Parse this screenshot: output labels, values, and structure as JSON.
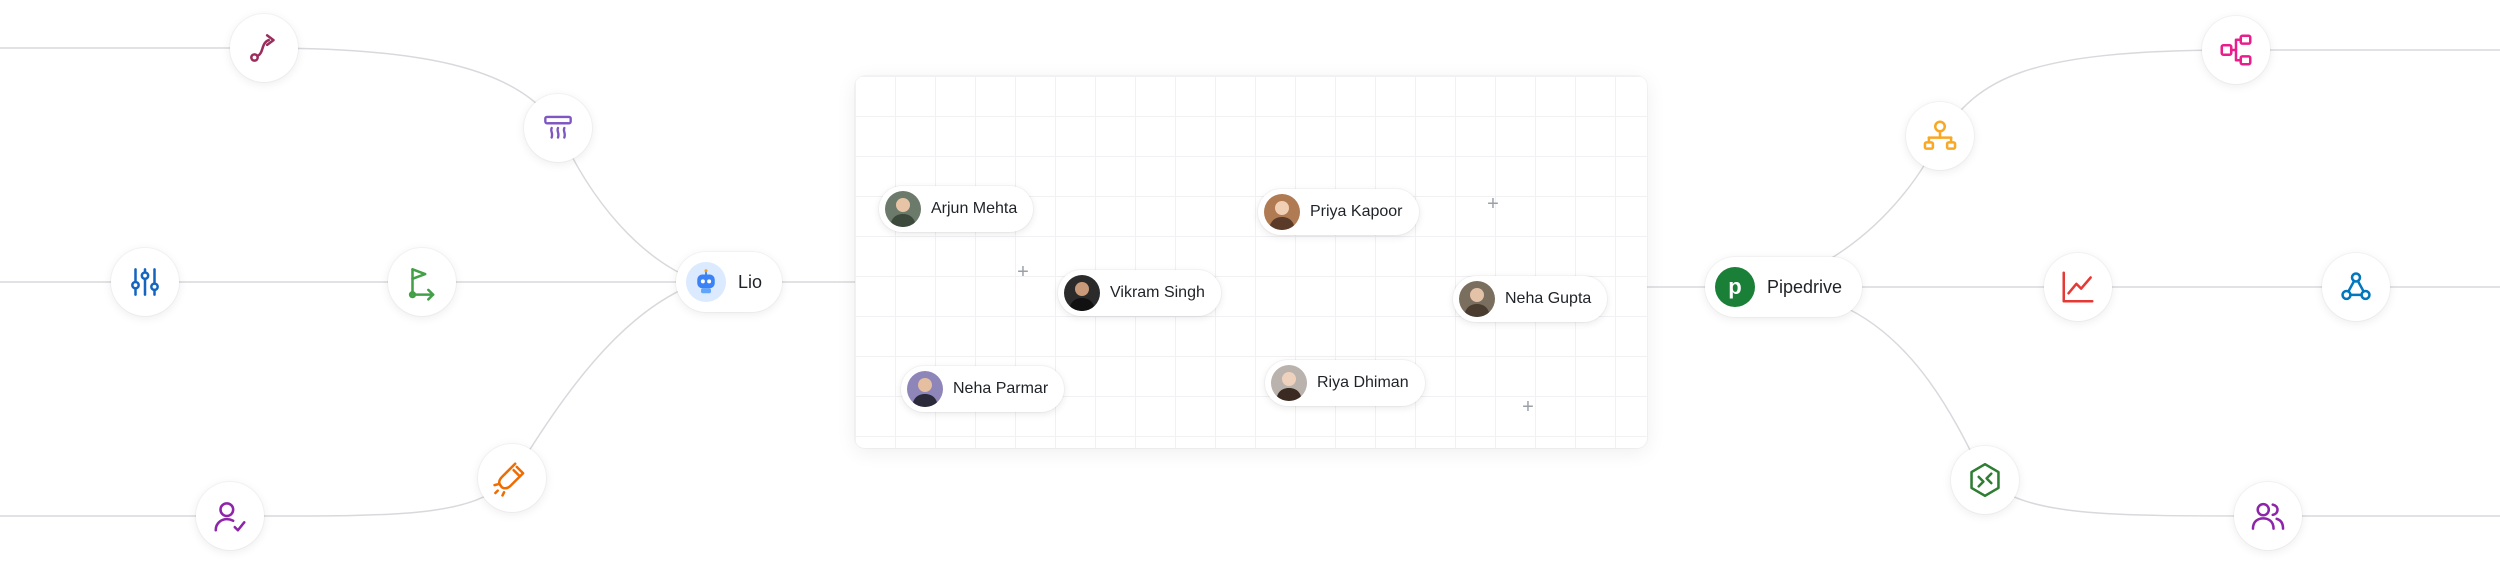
{
  "hubs": {
    "left": {
      "label": "Lio"
    },
    "right": {
      "label": "Pipedrive",
      "logo_letter": "p"
    }
  },
  "people": [
    {
      "name": "Arjun Mehta",
      "avatar_color": "#6b7a6a"
    },
    {
      "name": "Vikram Singh",
      "avatar_color": "#2b2b2b"
    },
    {
      "name": "Neha Parmar",
      "avatar_color": "#8e86b8"
    },
    {
      "name": "Priya Kapoor",
      "avatar_color": "#b07a52"
    },
    {
      "name": "Riya Dhiman",
      "avatar_color": "#b9b2ad"
    },
    {
      "name": "Neha Gupta",
      "avatar_color": "#7a6e5e"
    }
  ],
  "icons": {
    "left": [
      {
        "name": "route-icon",
        "color": "#9b2d5c"
      },
      {
        "name": "air-conditioner-icon",
        "color": "#7e57c2"
      },
      {
        "name": "sliders-icon",
        "color": "#1565c0"
      },
      {
        "name": "flag-route-icon",
        "color": "#43a047"
      },
      {
        "name": "user-check-icon",
        "color": "#8e24aa"
      },
      {
        "name": "magnet-icon",
        "color": "#ef6c00"
      }
    ],
    "right": [
      {
        "name": "workflow-icon",
        "color": "#e91e8c"
      },
      {
        "name": "org-chart-icon",
        "color": "#f9a825"
      },
      {
        "name": "line-chart-icon",
        "color": "#e53935"
      },
      {
        "name": "share-nodes-icon",
        "color": "#0277bd"
      },
      {
        "name": "integration-hex-icon",
        "color": "#2e7d32"
      },
      {
        "name": "users-icon",
        "color": "#8e24aa"
      }
    ]
  }
}
